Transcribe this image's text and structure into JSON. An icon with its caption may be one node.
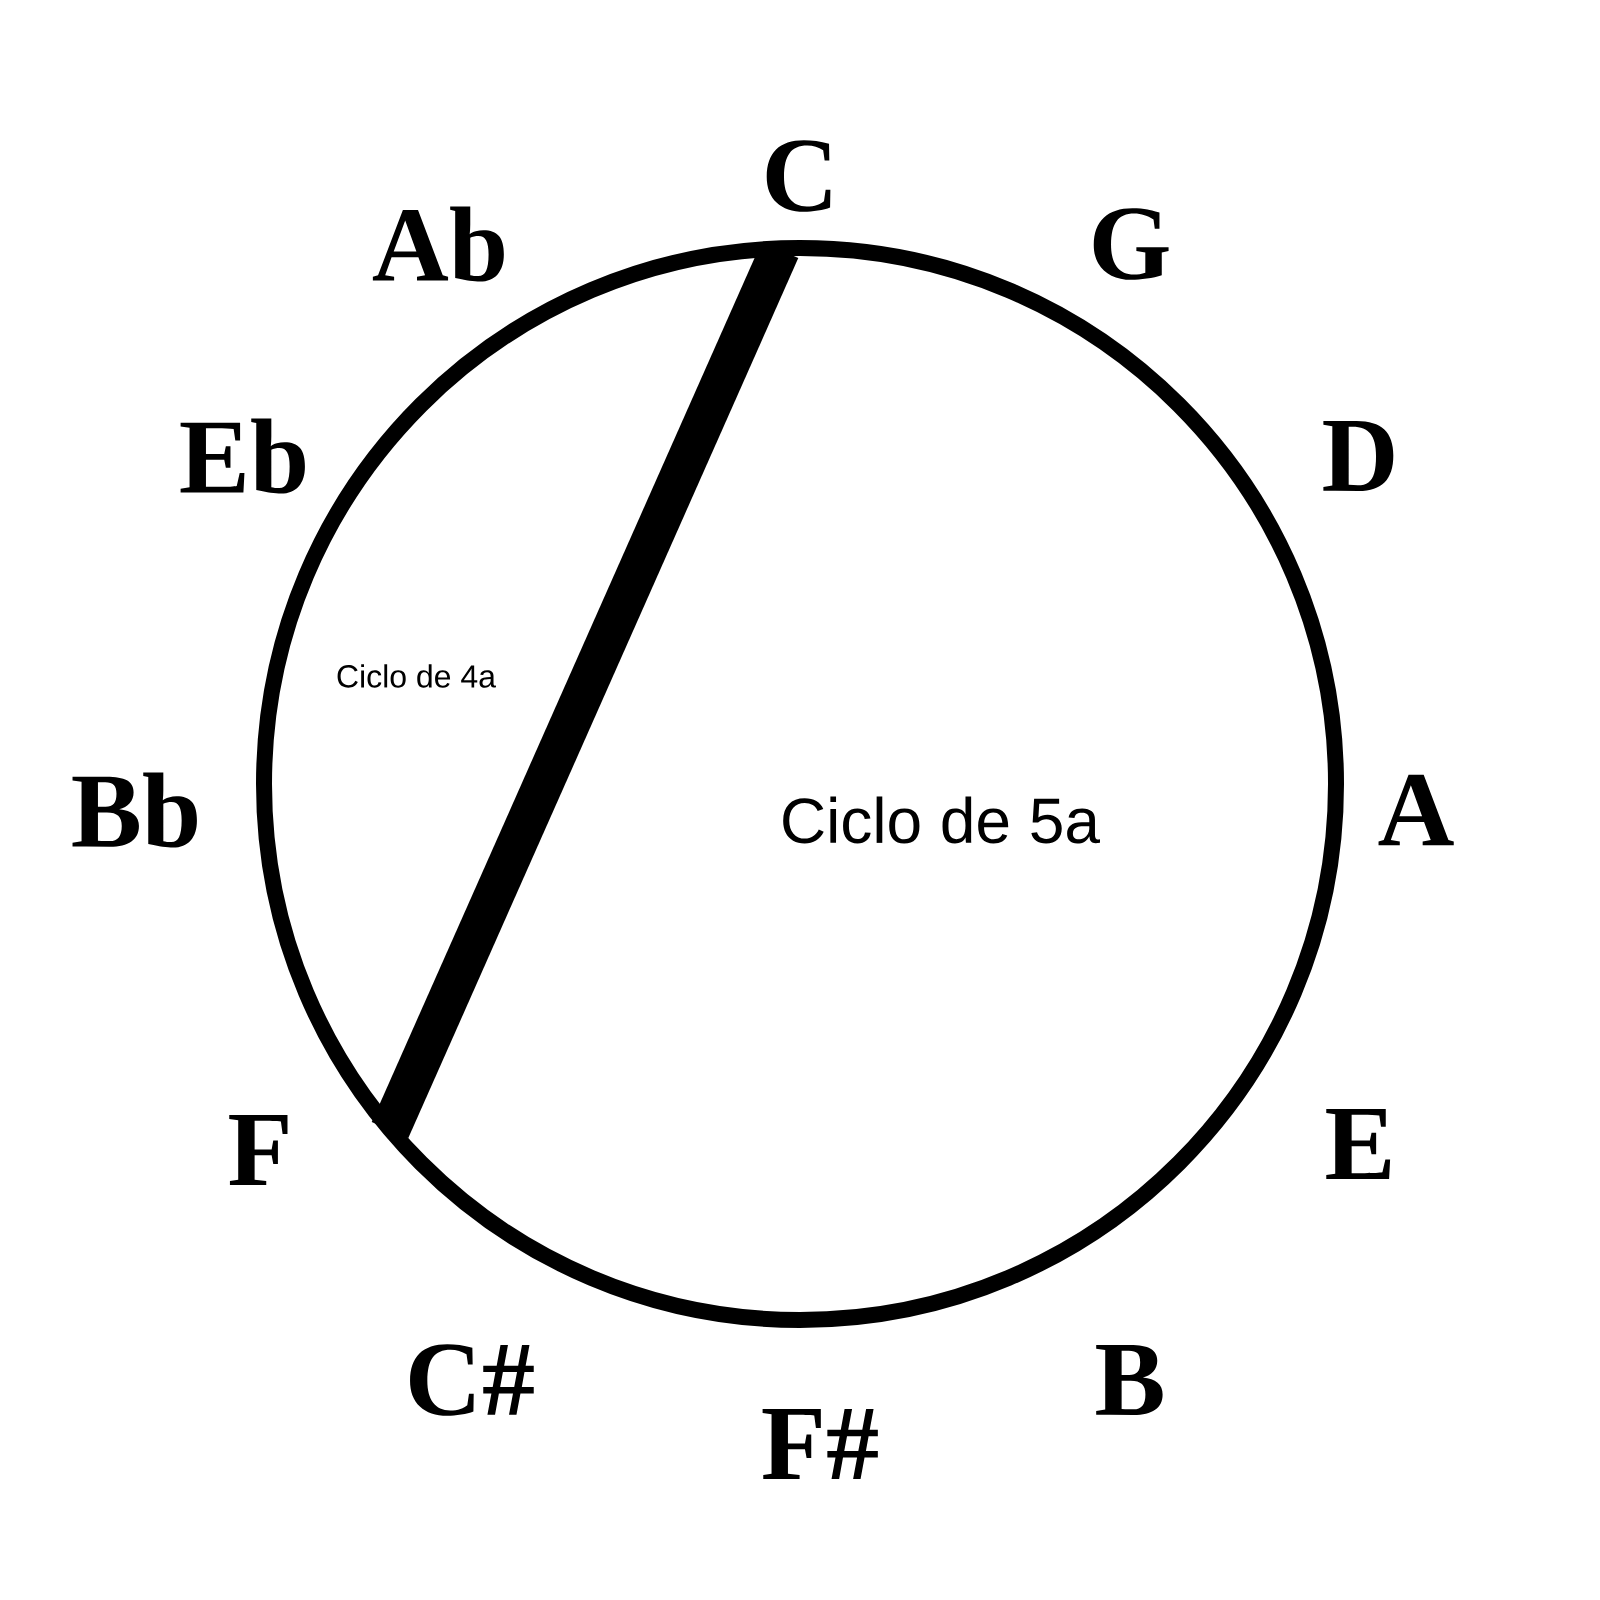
{
  "diagram": {
    "nodes": [
      {
        "text": [
          "Ciclo de 5a"
        ]
      },
      {
        "text": [
          "C"
        ]
      },
      {
        "text": [
          "G"
        ]
      },
      {
        "text": [
          "D"
        ]
      },
      {
        "text": [
          "A"
        ]
      },
      {
        "text": [
          "E"
        ]
      },
      {
        "text": [
          "B"
        ]
      },
      {
        "text": [
          "F#"
        ]
      },
      {
        "text": [
          "C#"
        ]
      },
      {
        "text": [
          "F"
        ]
      },
      {
        "text": [
          "Bb"
        ]
      },
      {
        "text": [
          "Eb"
        ]
      },
      {
        "text": [
          "Ab"
        ]
      }
    ],
    "labels": [
      "Ciclo de 4a"
    ]
  }
}
